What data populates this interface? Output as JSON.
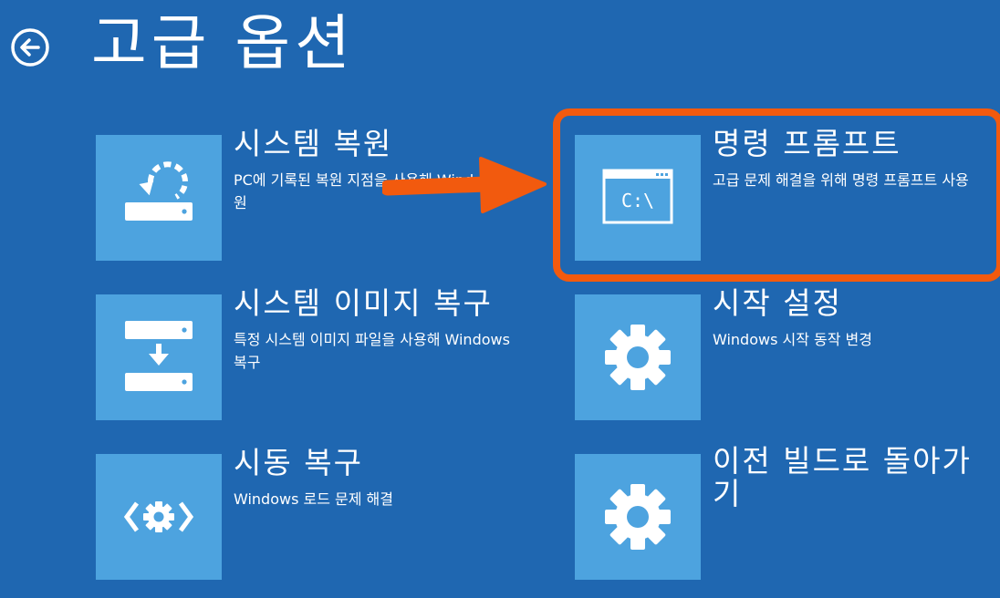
{
  "header": {
    "back_icon": "back-arrow-circle-icon",
    "title": "고급 옵션"
  },
  "options": [
    {
      "id": "system-restore",
      "icon": "system-restore-icon",
      "title": "시스템 복원",
      "description": "PC에 기록된 복원 지점을 사용해 Windows 복원"
    },
    {
      "id": "command-prompt",
      "icon": "command-prompt-icon",
      "icon_text": "C:\\",
      "title": "명령 프롬프트",
      "description": "고급 문제 해결을 위해 명령 프롬프트 사용"
    },
    {
      "id": "system-image-recovery",
      "icon": "system-image-recovery-icon",
      "title": "시스템 이미지 복구",
      "description": "특정 시스템 이미지 파일을 사용해 Windows 복구"
    },
    {
      "id": "startup-settings",
      "icon": "gear-icon",
      "title": "시작 설정",
      "description": "Windows 시작 동작 변경"
    },
    {
      "id": "startup-repair",
      "icon": "startup-repair-icon",
      "title": "시동 복구",
      "description": "Windows 로드 문제 해결"
    },
    {
      "id": "go-back-previous-build",
      "icon": "gear-icon",
      "title": "이전 빌드로 돌아가기",
      "description": ""
    }
  ],
  "colors": {
    "background": "#1f67b1",
    "tile": "#4da3df",
    "highlight": "#f25a0e"
  }
}
